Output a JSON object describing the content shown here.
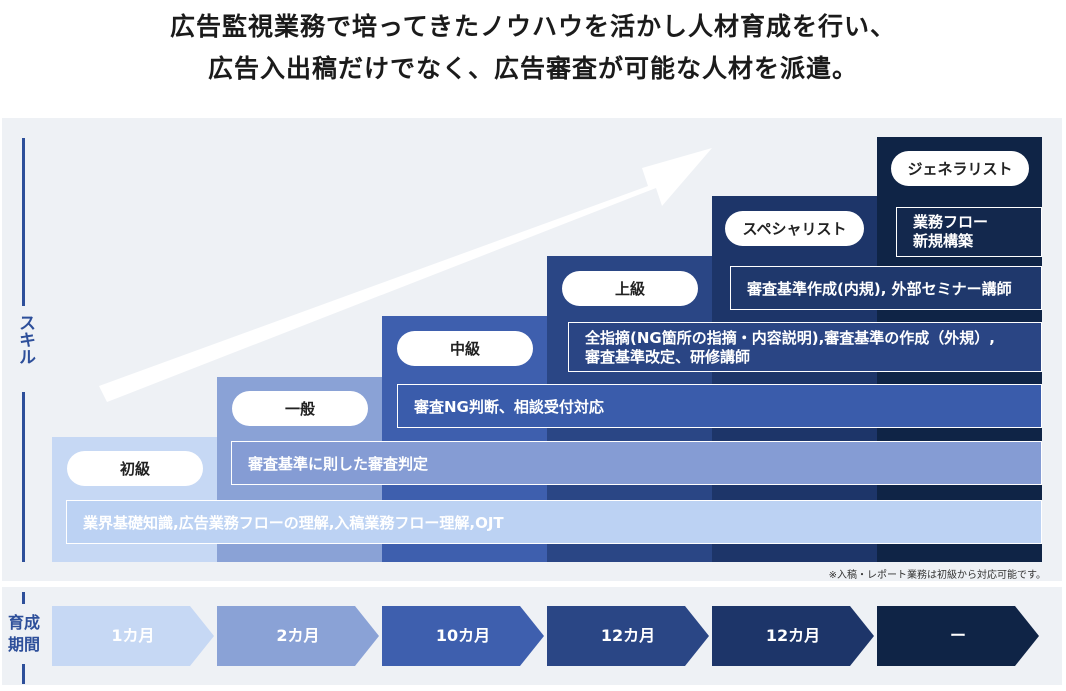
{
  "headline": {
    "line1": "広告監視業務で培ってきたノウハウを活かし人材育成を行い、",
    "line2": "広告入出稿だけでなく、広告審査が可能な人材を派遣。"
  },
  "axis": {
    "skill": "スキル",
    "period": "育成期間"
  },
  "levels": [
    {
      "name": "初級"
    },
    {
      "name": "一般"
    },
    {
      "name": "中級"
    },
    {
      "name": "上級"
    },
    {
      "name": "スペシャリスト"
    },
    {
      "name": "ジェネラリスト"
    }
  ],
  "bars": [
    "業界基礎知識,広告業務フローの理解,入稿業務フロー理解,OJT",
    "審査基準に則した審査判定",
    "審査NG判断、相談受付対応",
    "全指摘(NG箇所の指摘・内容説明),審査基準の作成（外規）,",
    "審査基準改定、研修講師",
    "審査基準作成(内規), 外部セミナー講師",
    "業務フロー",
    "新規構築"
  ],
  "note": "※入稿・レポート業務は初級から対応可能です。",
  "periods": [
    "1カ月",
    "2カ月",
    "10カ月",
    "12カ月",
    "12カ月",
    "ー"
  ],
  "colors": {
    "col": [
      "#c6d8f4",
      "#8aa2d6",
      "#3e5fae",
      "#2a4685",
      "#1d3569",
      "#0f2446"
    ],
    "bar": [
      "#bcd2f3",
      "#859cd4",
      "#3a5cab",
      "#2a4584",
      "#1f386c",
      "#13284d"
    ]
  }
}
